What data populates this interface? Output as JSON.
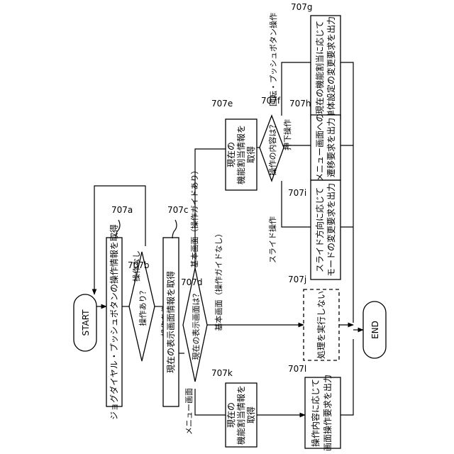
{
  "flowchart": {
    "start": "START",
    "end": "END",
    "steps": {
      "s707a": {
        "tag": "707a",
        "lines": [
          "ジョグダイヤル・プッシュボタンの操作情報を取得"
        ]
      },
      "s707b": {
        "tag": "707b",
        "lines": [
          "操作あり？"
        ],
        "yes": "操作あり",
        "no": "操作なし"
      },
      "s707c": {
        "tag": "707c",
        "lines": [
          "現在の表示画面情報を取得"
        ]
      },
      "s707d": {
        "tag": "707d",
        "lines": [
          "現在の表示画面は？"
        ],
        "guide_yes": "基本画面（操作ガイドあり）",
        "guide_no": "基本画面（操作ガイドなし）",
        "menu": "メニュー画面"
      },
      "s707e": {
        "tag": "707e",
        "lines": [
          "現在の",
          "機能割当情報を",
          "取得"
        ]
      },
      "s707f": {
        "tag": "707f",
        "lines": [
          "操作の内容は？"
        ],
        "rotate": "回転・プッシュボタン操作",
        "press": "押下操作",
        "slide": "スライド操作"
      },
      "s707g": {
        "tag": "707g",
        "lines": [
          "現在の機能割当に応じて",
          "単体設定の変更要求を出力"
        ]
      },
      "s707h": {
        "tag": "707h",
        "lines": [
          "メニュー画面への",
          "遷移要求を出力"
        ]
      },
      "s707i": {
        "tag": "707i",
        "lines": [
          "スライド方向に応じて",
          "モードの変更要求を出力"
        ]
      },
      "s707j": {
        "tag": "707j",
        "lines": [
          "処理を実行しない"
        ]
      },
      "s707k": {
        "tag": "707k",
        "lines": [
          "現在の",
          "機能割当情報を",
          "取得"
        ]
      },
      "s707l": {
        "tag": "707l",
        "lines": [
          "操作内容に応じて",
          "画面操作要求を出力"
        ]
      }
    }
  }
}
